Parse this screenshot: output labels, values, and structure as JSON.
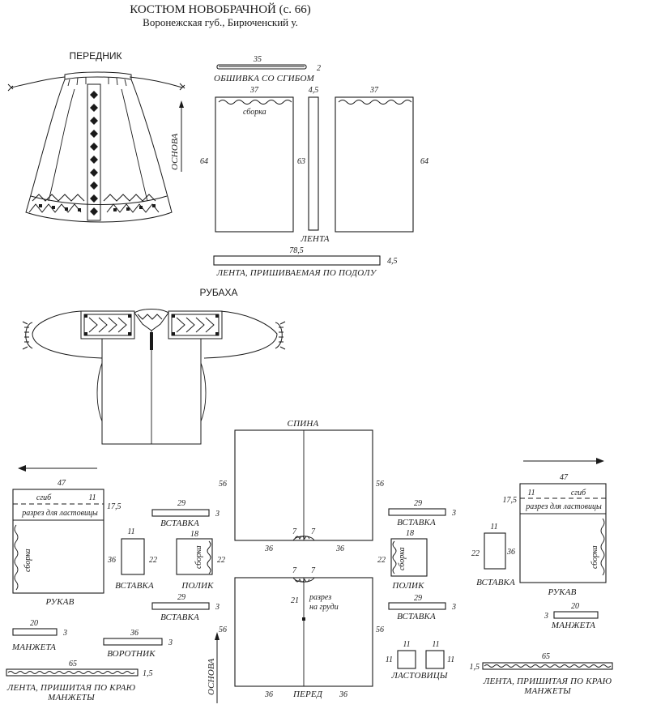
{
  "header": {
    "title": "КОСТЮМ НОВОБРАЧНОЙ (с. 66)",
    "subtitle": "Воронежская губ., Бирюченский у."
  },
  "apron": {
    "heading": "ПЕРЕДНИК",
    "grain_label": "ОСНОВА",
    "facing_label": "ОБШИВКА СО СГИБОМ",
    "facing_length": "35",
    "facing_width": "2",
    "panel_left": {
      "width": "37",
      "height": "64",
      "gather_label": "сборка"
    },
    "middle_height": "63",
    "ribbon": {
      "width": "4,5",
      "label": "ЛЕНТА"
    },
    "panel_right": {
      "width": "37",
      "height": "64"
    },
    "hem_ribbon": {
      "length": "78,5",
      "width": "4,5",
      "label": "ЛЕНТА, ПРИШИВАЕМАЯ ПО ПОДОЛУ"
    }
  },
  "shirt": {
    "heading": "РУБАХА",
    "back": {
      "label": "СПИНА",
      "height_left": "56",
      "height_right": "56",
      "neck_left": "7",
      "neck_right": "7",
      "bottom_left": "36",
      "bottom_right": "36"
    },
    "front": {
      "label": "ПЕРЕД",
      "height_left": "56",
      "height_right": "56",
      "neck_left": "7",
      "neck_right": "7",
      "bottom_left": "36",
      "bottom_right": "36",
      "slit_length": "21",
      "slit_label_1": "разрез",
      "slit_label_2": "на груди",
      "grain_label": "ОСНОВА"
    },
    "left": {
      "sleeve": {
        "width": "47",
        "height": "36",
        "fold_label": "сгиб",
        "fold_offset": "11",
        "cut_offset": "17,5",
        "cut_label": "разрез для ластовицы",
        "gather_label": "сборка",
        "label": "РУКАВ"
      },
      "insert_top": {
        "length": "29",
        "width": "3",
        "label": "ВСТАВКА"
      },
      "insert_mid": {
        "width": "11",
        "height": "22",
        "label": "ВСТАВКА"
      },
      "polik": {
        "width": "18",
        "height": "22",
        "gather_label": "сборка",
        "label": "ПОЛИК"
      },
      "insert_bottom": {
        "length": "29",
        "width": "3",
        "label": "ВСТАВКА"
      },
      "cuff": {
        "length": "20",
        "width": "3",
        "label": "МАНЖЕТА"
      },
      "collar": {
        "length": "36",
        "width": "3",
        "label": "ВОРОТНИК"
      },
      "cuff_ribbon": {
        "length": "65",
        "width": "1,5",
        "label_1": "ЛЕНТА, ПРИШИТАЯ ПО КРАЮ",
        "label_2": "МАНЖЕТЫ"
      }
    },
    "right": {
      "insert_top": {
        "length": "29",
        "width": "3",
        "label": "ВСТАВКА"
      },
      "polik": {
        "width": "18",
        "height": "22",
        "gather_label": "сборка",
        "label": "ПОЛИК"
      },
      "insert_bottom": {
        "length": "29",
        "width": "3",
        "label": "ВСТАВКА"
      },
      "gussets": {
        "size_1": "11",
        "size_2": "11",
        "size_3": "11",
        "size_4": "11",
        "label": "ЛАСТОВИЦЫ"
      },
      "sleeve": {
        "width": "47",
        "height": "36",
        "fold_label": "сгиб",
        "fold_offset": "11",
        "cut_offset": "17,5",
        "cut_label": "разрез для ластовицы",
        "gather_label": "сборка",
        "label": "РУКАВ"
      },
      "insert_mid": {
        "width": "11",
        "height": "22",
        "label": "ВСТАВКА"
      },
      "cuff": {
        "length": "20",
        "width": "3",
        "label": "МАНЖЕТА"
      },
      "cuff_ribbon": {
        "length": "65",
        "width": "1,5",
        "label_1": "ЛЕНТА, ПРИШИТАЯ ПО КРАЮ",
        "label_2": "МАНЖЕТЫ"
      }
    }
  }
}
